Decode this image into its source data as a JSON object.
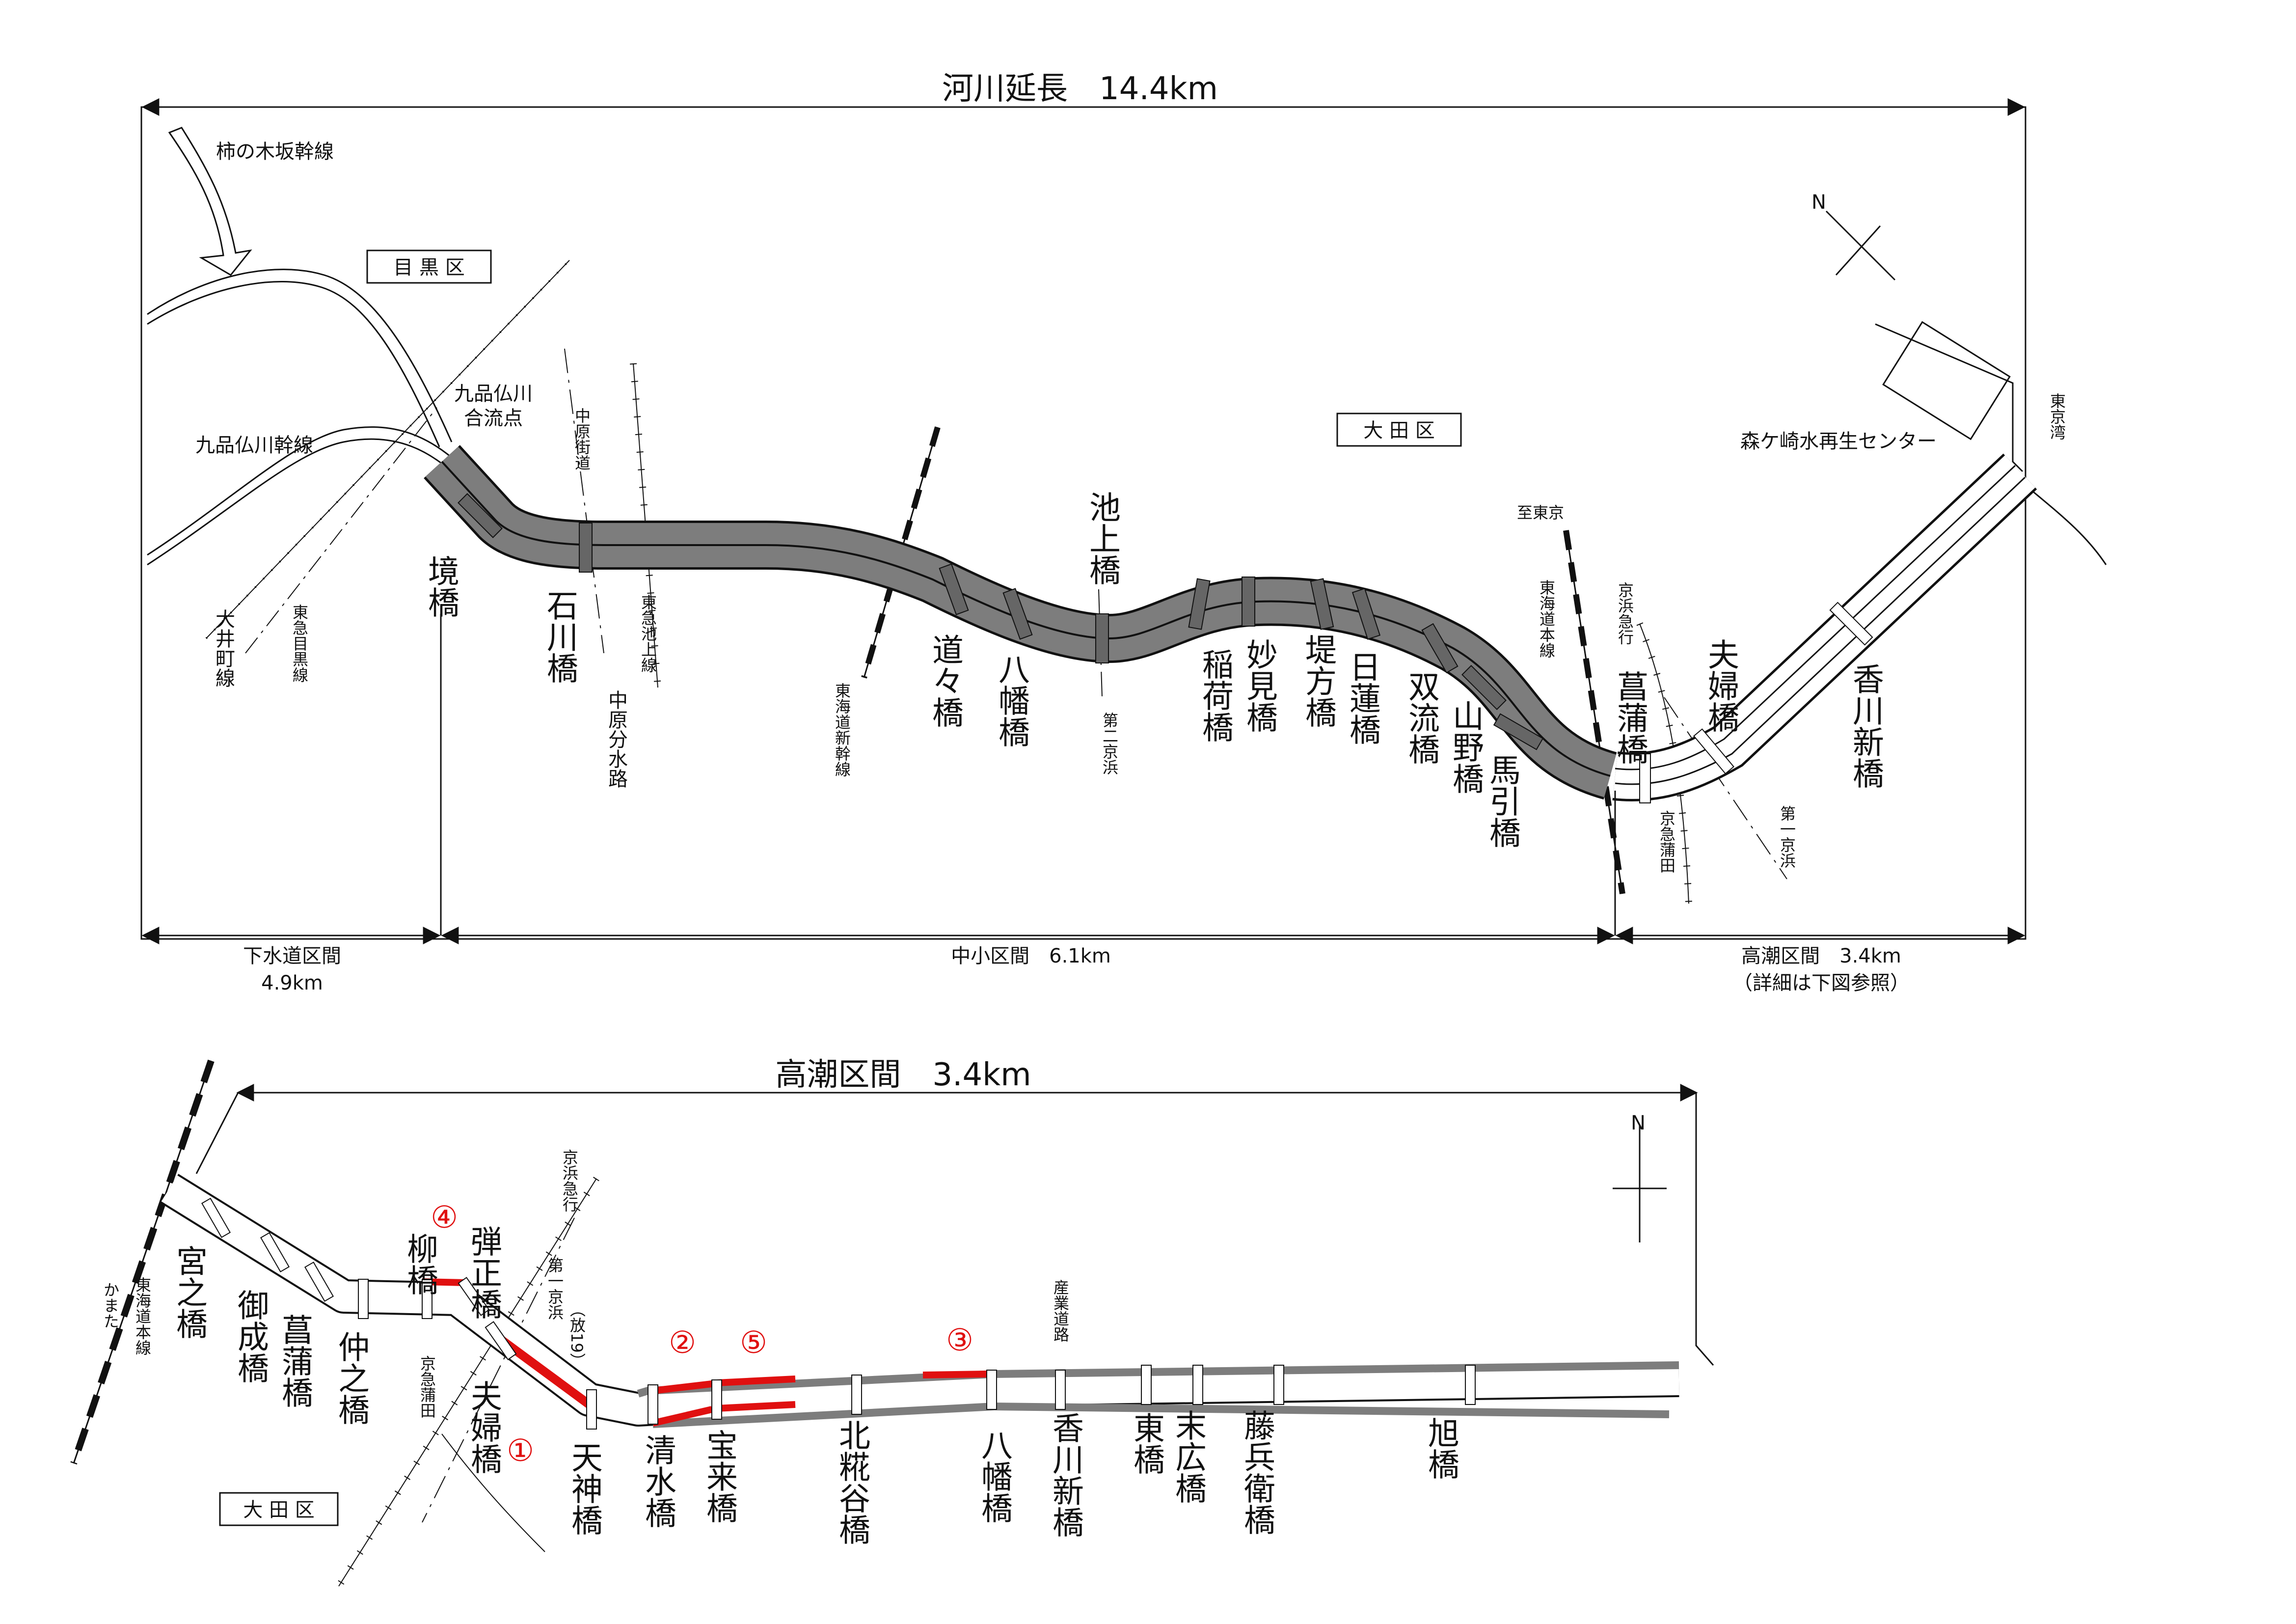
{
  "top_map": {
    "title": "河川延長　14.4km",
    "ward_meguro": "目 黒 区",
    "ward_ota": "大 田 区",
    "labels": {
      "kakinokizaka": "柿の木坂幹線",
      "kuhonbutsu_main": "九品仏川幹線",
      "kuhonbutsu_confluence_1": "九品仏川",
      "kuhonbutsu_confluence_2": "合流点",
      "morigasaki_center": "森ケ崎水再生センター",
      "tokyo_bay": "東京湾",
      "to_tokyo": "至東京"
    },
    "sections": {
      "sewer_name": "下水道区間",
      "sewer_len": "4.9km",
      "mid_name": "中小区間　6.1km",
      "tidal_name": "高潮区間　3.4km",
      "tidal_note": "（詳細は下図参照）"
    },
    "vertical": {
      "oimachi": "大井町線",
      "meguro_line": "東急目黒線",
      "sakai": "境橋",
      "nakahara_kaido": "中原街道",
      "ishikawa": "石川橋",
      "ikegami_line": "東急池上線",
      "nakahara_bunsui": "中原分水路",
      "shinkansen": "東海道新幹線",
      "dodo": "道々橋",
      "hachiman": "八幡橋",
      "ikegami": "池上橋",
      "dai2_keihin": "第二京浜",
      "inari": "稲荷橋",
      "myoken": "妙見橋",
      "tsutsumikata": "堤方橋",
      "nichiren": "日蓮橋",
      "soryu": "双流橋",
      "yamano": "山野橋",
      "mabiki": "馬引橋",
      "tokaido_main": "東海道本線",
      "shobu": "菖蒲橋",
      "keikyu": "京浜急行",
      "keikyu_kamata": "京急蒲田",
      "meoto": "夫婦橋",
      "dai1_keihin": "第一京浜",
      "kagawa_shin": "香川新橋"
    }
  },
  "bottom_map": {
    "title": "高潮区間　3.4km",
    "ward_ota": "大 田 区",
    "numbers": [
      "①",
      "②",
      "③",
      "④",
      "⑤"
    ],
    "vertical": {
      "kamata": "かまた",
      "tokaido_main": "東海道本線",
      "miyanomae": "宮之橋",
      "onari": "御成橋",
      "shobu": "菖蒲橋",
      "nakanohashi": "仲之橋",
      "yanagi": "柳橋",
      "dansho": "弾正橋",
      "keikyu_kamata": "京急蒲田",
      "meoto": "夫婦橋",
      "keikyu": "京浜急行",
      "dai1_keihin": "第一京浜",
      "ho19": "（放19）",
      "tenjin": "天神橋",
      "shimizu": "清水橋",
      "horai": "宝来橋",
      "kitakojiya": "北糀谷橋",
      "sangyo_doro": "産業道路",
      "hachiman": "八幡橋",
      "kagawa_shin": "香川新橋",
      "higashi": "東橋",
      "suehiro": "末広橋",
      "tobe": "藤兵衛橋",
      "asahi": "旭橋"
    }
  },
  "colors": {
    "river": "#7d7d7d",
    "highlight": "#e01010",
    "line": "#111111"
  }
}
